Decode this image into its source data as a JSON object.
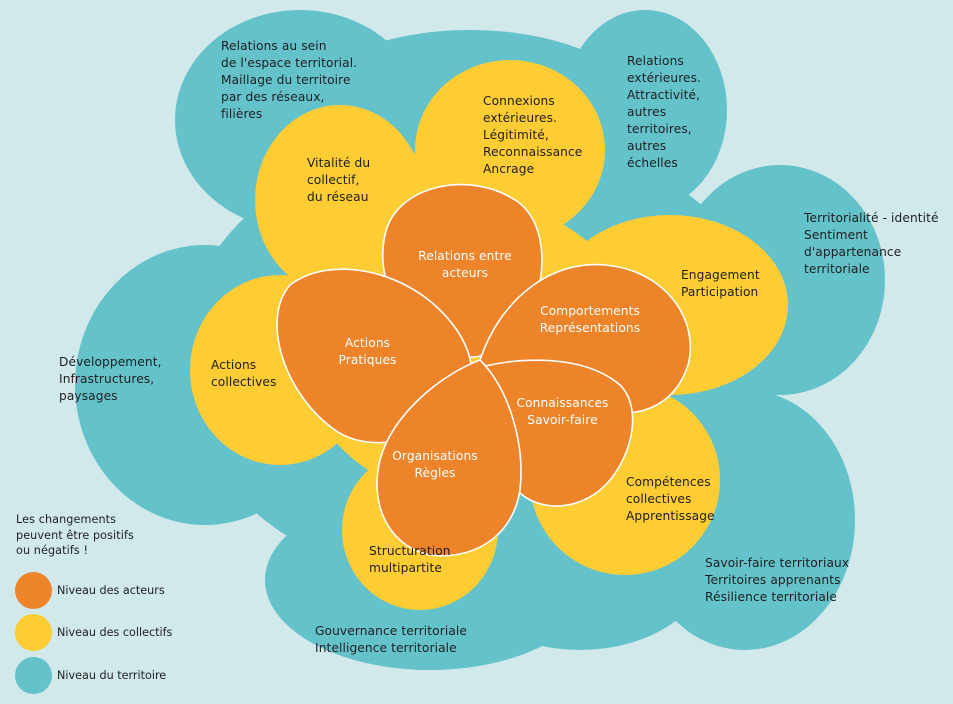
{
  "colors": {
    "background": "#d1e9eb",
    "territoire": "#64c2ca",
    "collectifs": "#fecc33",
    "acteurs": "#ee8429",
    "outline": "#ffffff",
    "text_dark": "#1f1f1f",
    "text_light": "#ffffff"
  },
  "territoire_labels": {
    "top_left": "Relations au sein\nde l'espace territorial.\nMaillage du territoire\npar des réseaux,\nfilières",
    "top_right": "Relations\nextérieures.\nAttractivité,\nautres\nterritoires,\nautres\néchelles",
    "right": "Territorialité - identité\nSentiment\nd'appartenance\nterritoriale",
    "left": "Développement,\nInfrastructures,\npaysages",
    "bottom": "Gouvernance territoriale\nIntelligence territoriale",
    "bottom_right": "Savoir-faire territoriaux\nTerritoires apprenants\nRésilience territoriale"
  },
  "collectifs_labels": {
    "top_left": "Vitalité du\ncollectif,\ndu réseau",
    "top": "Connexions\nextérieures.\nLégitimité,\nReconnaissance\nAncrage",
    "right": "Engagement\nParticipation",
    "left": "Actions\ncollectives",
    "bottom": "Structuration\nmultipartite",
    "bottom_right": "Compétences\ncollectives\nApprentissage"
  },
  "acteurs_labels": {
    "top": "Relations entre\nacteurs",
    "right": "Comportements\nReprésentations",
    "left": "Actions\nPratiques",
    "bottom_right": "Connaissances\nSavoir-faire",
    "bottom": "Organisations\nRègles"
  },
  "legend": {
    "note": "Les changements\npeuvent être positifs\nou négatifs !",
    "items": [
      {
        "label": "Niveau des acteurs",
        "color": "#ee8429"
      },
      {
        "label": "Niveau des collectifs",
        "color": "#fecc33"
      },
      {
        "label": "Niveau du territoire",
        "color": "#64c2ca"
      }
    ]
  }
}
